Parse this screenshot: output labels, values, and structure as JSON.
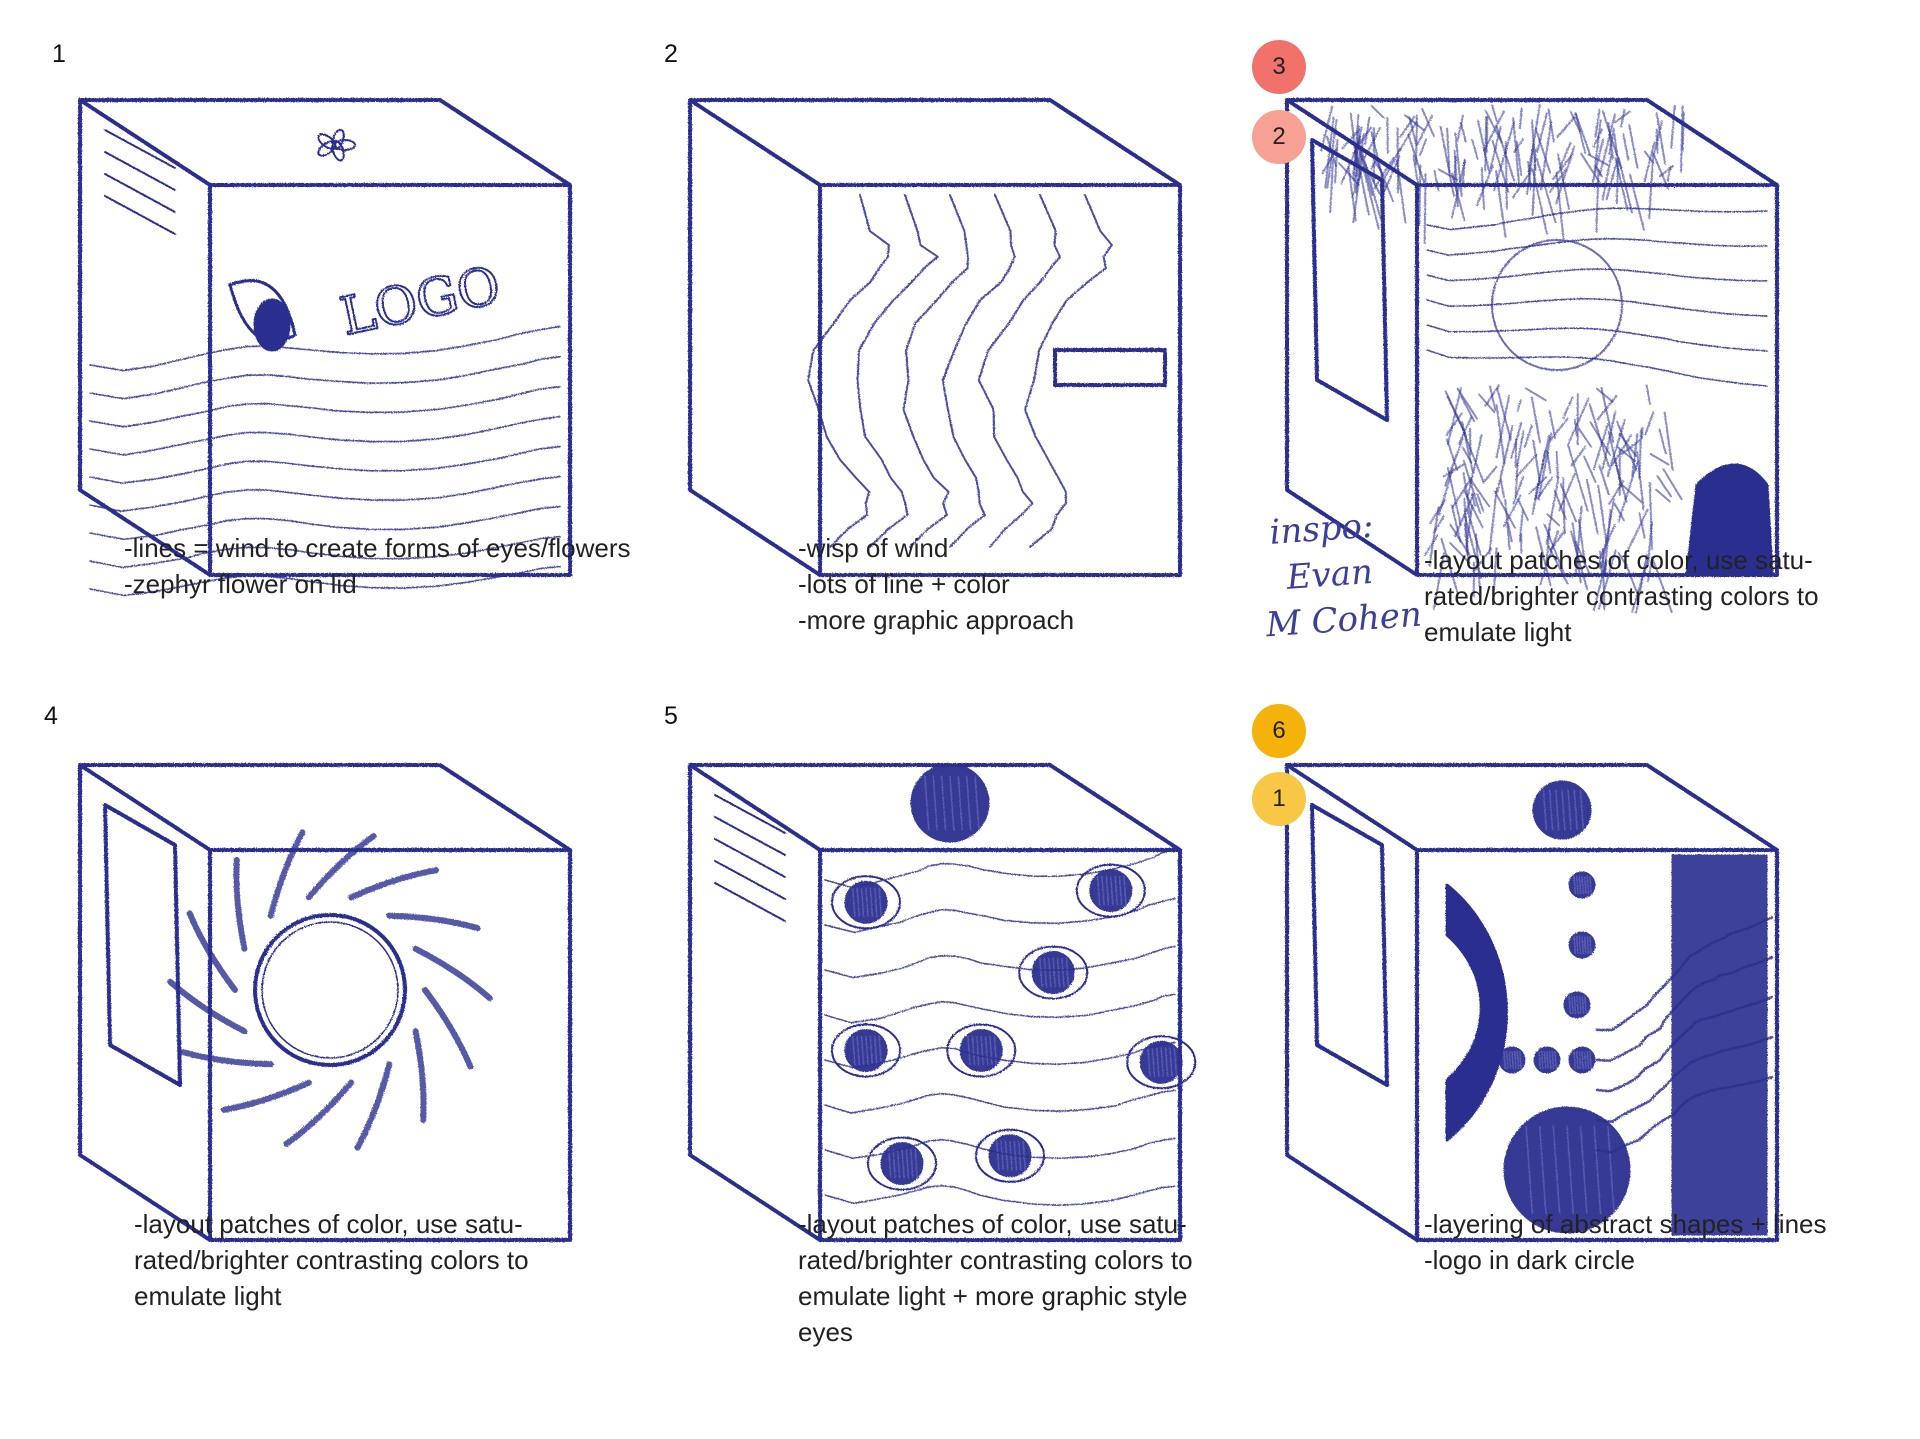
{
  "colors": {
    "ink": "#2b2f8f",
    "rank_red_dark": "#f0726a",
    "rank_red_light": "#f6a193",
    "rank_yellow_dark": "#f4b20a",
    "rank_yellow_light": "#f8c746"
  },
  "panels": [
    {
      "number": "1",
      "caption": [
        "-lines = wind to create forms of eyes/flowers",
        "-zephyr flower on lid"
      ],
      "logo_text": "LOGO"
    },
    {
      "number": "2",
      "caption": [
        "-wisp of wind",
        "-lots of line + color",
        "-more graphic approach"
      ]
    },
    {
      "badges": [
        "3",
        "2"
      ],
      "caption": [
        "-layout patches of color, use satu-",
        "rated/brighter contrasting colors to",
        "emulate light"
      ],
      "note": [
        "inspo:",
        "Evan",
        "M Cohen"
      ]
    },
    {
      "number": "4",
      "caption": [
        "-layout patches of color, use satu-",
        "rated/brighter contrasting colors to",
        "emulate light"
      ]
    },
    {
      "number": "5",
      "caption": [
        "-layout patches of color, use satu-",
        "rated/brighter contrasting colors to",
        "emulate light + more graphic style",
        "eyes"
      ]
    },
    {
      "badges": [
        "6",
        "1"
      ],
      "caption": [
        "-layering of abstract shapes + lines",
        "-logo in dark circle"
      ]
    }
  ]
}
